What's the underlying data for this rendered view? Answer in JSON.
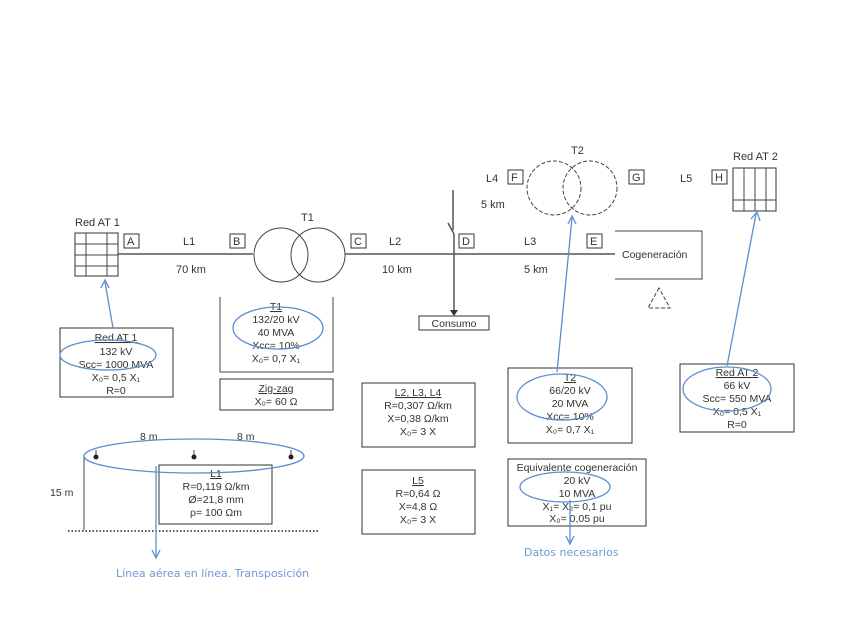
{
  "diagram": {
    "sources": {
      "red_at1_label": "Red AT 1",
      "red_at2_label": "Red AT 2",
      "cogeneration_label": "Cogeneración",
      "consumo_label": "Consumo"
    },
    "transformers": {
      "t1_label": "T1",
      "t2_label": "T2"
    },
    "nodes": [
      "A",
      "B",
      "C",
      "D",
      "E",
      "F",
      "G",
      "H"
    ],
    "lines": {
      "l1": {
        "name": "L1",
        "length": "70 km"
      },
      "l2": {
        "name": "L2",
        "length": "10 km"
      },
      "l3": {
        "name": "L3",
        "length": "5 km"
      },
      "l4": {
        "name": "L4",
        "length": "5 km"
      },
      "l5": {
        "name": "L5"
      }
    },
    "boxes": {
      "red_at1": {
        "title": "Red AT 1",
        "rows": [
          "132 kV",
          "Scc= 1000 MVA",
          "X₀= 0,5 X₁",
          "R=0"
        ]
      },
      "t1": {
        "title": "T1",
        "rows": [
          "132/20 kV",
          "40 MVA",
          "Xcc= 10%",
          "X₀= 0,7 X₁"
        ]
      },
      "zigzag": {
        "title": "Zig-zag",
        "rows": [
          "X₀= 60 Ω"
        ]
      },
      "l2l3l4": {
        "title": "L2, L3, L4",
        "rows": [
          "R=0,307 Ω/km",
          "X=0,38 Ω/km",
          "X₀= 3 X"
        ]
      },
      "l5": {
        "title": "L5",
        "rows": [
          "R=0,64 Ω",
          "X=4,8 Ω",
          "X₀= 3 X"
        ]
      },
      "t2": {
        "title": "T2",
        "rows": [
          "66/20 kV",
          "20 MVA",
          "Xcc= 10%",
          "X₀= 0,7 X₁"
        ]
      },
      "cogen": {
        "title": "Equivalente cogeneración",
        "rows": [
          "20 kV",
          "10 MVA",
          "X₁= X₂= 0,1 pu",
          "X₀= 0,05 pu"
        ]
      },
      "red_at2": {
        "title": "Red AT 2",
        "rows": [
          "66 kV",
          "Scc= 550 MVA",
          "X₀= 0,5 X₁",
          "R=0"
        ]
      },
      "l1": {
        "title": "L1",
        "rows": [
          "R=0,119 Ω/km",
          "Ø=21,8 mm",
          "ρ= 100 Ωm"
        ]
      }
    },
    "tower": {
      "spacing_left": "8 m",
      "spacing_right": "8 m",
      "height": "15 m"
    },
    "notes": {
      "line_note": "Línea aérea en línea. Transposición",
      "data_note": "Datos necesarios"
    }
  }
}
